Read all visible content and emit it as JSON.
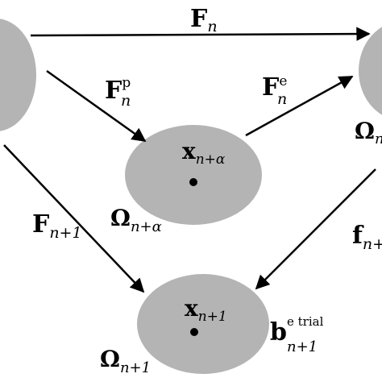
{
  "colors": {
    "ellipse_fill": "#b4b4b4",
    "stroke": "#000000",
    "background": "#ffffff"
  },
  "labels": {
    "F_n": {
      "base": "F",
      "sub": "n"
    },
    "F_n_p": {
      "base": "F",
      "sup": "p",
      "sub": "n"
    },
    "F_n_e": {
      "base": "F",
      "sup": "e",
      "sub": "n"
    },
    "F_n1": {
      "base": "F",
      "sub": "n+1"
    },
    "f_n1": {
      "base": "f",
      "sub": "n+"
    },
    "omega_right": {
      "base": "Ω",
      "sub": "n"
    },
    "omega_alpha": {
      "base": "Ω",
      "sub": "n+α"
    },
    "omega_n1": {
      "base": "Ω",
      "sub": "n+1"
    },
    "x_alpha": {
      "base": "x",
      "sub": "n+α"
    },
    "x_n1": {
      "base": "x",
      "sub": "n+1"
    },
    "b_trial": {
      "base": "b",
      "sup": "e trial",
      "sub": "n+1"
    }
  }
}
